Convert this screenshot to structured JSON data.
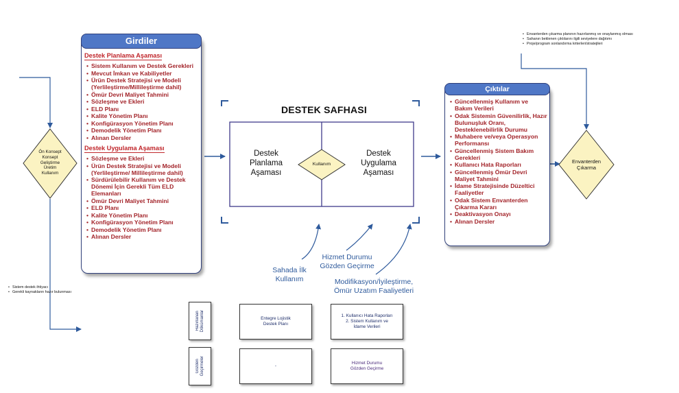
{
  "girdiler": {
    "title": "Girdiler",
    "sections": [
      {
        "title": "Destek Planlama Aşaması",
        "items": [
          "Sistem Kullanım ve Destek Gerekleri",
          "Mevcut İmkan ve Kabiliyetler",
          "Ürün Destek Stratejisi ve Modeli (Yerlileştirme/Millileştirme dahil)",
          "Ömür Devri Maliyet Tahmini",
          "Sözleşme ve Ekleri",
          "ELD Planı",
          "Kalite Yönetim Planı",
          "Konfigürasyon Yönetim Planı",
          "Demodelik Yönetim Planı",
          "Alınan Dersler"
        ]
      },
      {
        "title": "Destek Uygulama Aşaması",
        "items": [
          "Sözleşme ve Ekleri",
          "Ürün Destek Stratejisi ve Modeli (Yerlileştirme/ Millileştirme dahil)",
          "Sürdürülebilir Kullanım ve Destek Dönemi İçin Gerekli Tüm ELD Elemanları",
          "Ömür Devri Maliyet Tahmini",
          "ELD Planı",
          "Kalite Yönetim Planı",
          "Konfigürasyon Yönetim Planı",
          "Demodelik Yönetim Planı",
          "Alınan Dersler"
        ]
      }
    ]
  },
  "ciktilar": {
    "title": "Çıktılar",
    "items": [
      "Güncellenmiş Kullanım ve Bakım Verileri",
      "Odak Sistemin Güvenilirlik, Hazır Bulunuşluk Oranı, Desteklenebilirlik Durumu",
      "Muhabere ve/veya Operasyon Performansı",
      "Güncellenmiş Sistem Bakım Gerekleri",
      "Kullanıcı Hata Raporları",
      "Güncellenmiş Ömür Devri Maliyet Tahmini",
      "İdame Stratejisinde Düzeltici Faaliyetler",
      "Odak Sistem Envanterden Çıkarma Kararı",
      "Deaktivasyon Onayı",
      "Alınan Dersler"
    ]
  },
  "center": {
    "title": "DESTEK SAFHASI",
    "left_label": [
      "Destek",
      "Planlama",
      "Aşaması"
    ],
    "right_label": [
      "Destek",
      "Uygulama",
      "Aşaması"
    ],
    "diamond_label": "Kullanım"
  },
  "left_diamond": [
    "Ön Konsept",
    "Konsept",
    "Geliştirme",
    "Üretim",
    "Kullanım"
  ],
  "right_diamond": [
    "Envanterden",
    "Çıkarma"
  ],
  "feedback_labels": {
    "sahada": [
      "Sahada İlk",
      "Kullanım"
    ],
    "hizmet": [
      "Hizmet Durumu",
      "Gözden Geçirme"
    ],
    "modifikasyon": [
      "Modifikasyon/İyileştirme,",
      "Ömür Uzatım Faaliyetleri"
    ]
  },
  "notes_left": [
    "Sistem destek ihtiyacı",
    "Gerekli kaynakların hazır bulunması"
  ],
  "notes_right": [
    "Envanterden çıkarma planının hazırlanmış ve onaylanmış olması",
    "Sahanın beklenen çıktılarını ilgili seviyelere dağıtımı",
    "Proje/program sonlandırma kriterleri/stratejileri"
  ],
  "bottom_table": {
    "row1_label": [
      "Hazırlanan",
      "Dökümanlar"
    ],
    "row2_label": [
      "Gözden",
      "Geçirmeler"
    ],
    "row1_cells": [
      [
        "Entegre Lojistik",
        "Destek Planı"
      ],
      [
        "1. Kullanıcı Hata Raporları",
        "2. Sistem Kullanım ve",
        "İdame Verileri"
      ]
    ],
    "row2_cells": [
      [
        "-"
      ],
      [
        "Hizmet Durumu",
        "Gözden Geçirme"
      ]
    ]
  },
  "colors": {
    "header_blue": "#4f77c6",
    "item_red": "#a3242a",
    "line_blue": "#2e5a9c",
    "diamond_fill": "#fbf3c2",
    "center_border": "#3f3a8a"
  }
}
